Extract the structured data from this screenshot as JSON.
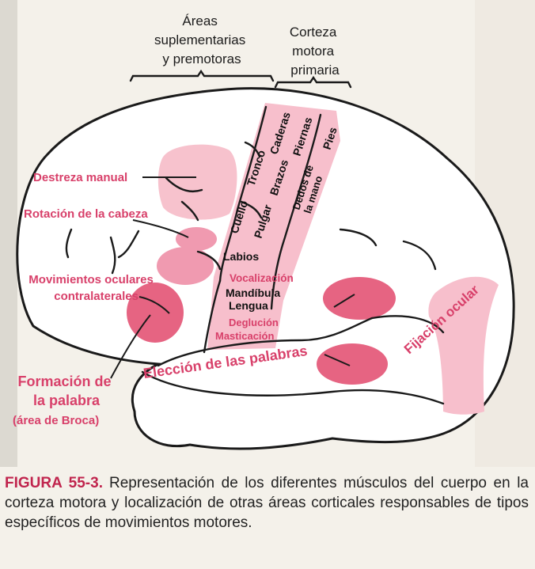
{
  "header": {
    "suplementarias": [
      "Áreas",
      "suplementarias",
      "y premotoras"
    ],
    "motora_primaria": [
      "Corteza",
      "motora",
      "primaria"
    ]
  },
  "strip_labels": {
    "tronco": "Tronco",
    "caderas": "Caderas",
    "piernas": "Piernas",
    "pies": "Pies",
    "cuello": "Cuello",
    "brazos": "Brazos",
    "dedos": [
      "Dedos de",
      "la mano"
    ],
    "pulgar": "Pulgar",
    "labios": "Labios",
    "vocalizacion": "Vocalización",
    "mandibula": "Mandíbula",
    "lengua": "Lengua",
    "deglucion": "Deglución",
    "masticacion": "Masticación"
  },
  "region_labels": {
    "destreza": "Destreza manual",
    "rotacion": "Rotación de la cabeza",
    "movimientos": [
      "Movimientos oculares",
      "contralaterales"
    ],
    "formacion": [
      "Formación de",
      "la palabra"
    ],
    "broca": "(área de Broca)",
    "eleccion": "Elección de las palabras",
    "fijacion": "Fijación ocular"
  },
  "caption": {
    "number": "FIGURA 55-3.",
    "text": "Representación de los diferentes músculos del cuerpo en la corteza motora y localización de otras áreas corticales responsables de tipos específicos de movimientos motores."
  },
  "colors": {
    "region_fill": "#f5aabb",
    "label_pink": "#d8406a",
    "strong_region": "#e66482"
  }
}
